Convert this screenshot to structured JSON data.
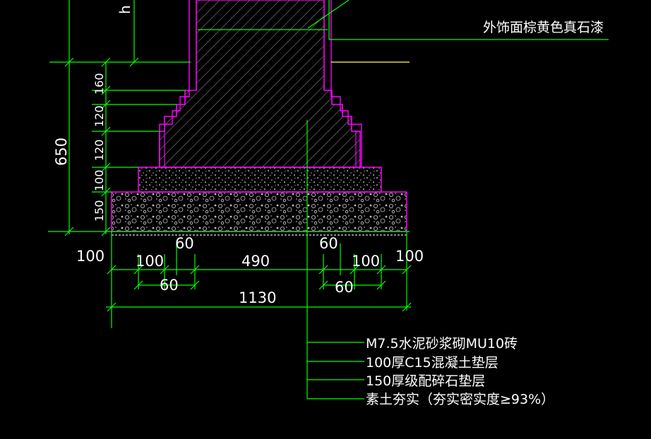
{
  "drawing": {
    "height_symbol": "h",
    "callout_finish": "外饰面棕黄色真石漆",
    "total_depth": "650",
    "step_heights": [
      "160",
      "120",
      "120",
      "100",
      "150"
    ],
    "width_labels": {
      "left_100": "100",
      "left_60_top": "60",
      "left_100_mid": "100",
      "left_60_bottom": "60",
      "center_490": "490",
      "right_60_top": "60",
      "right_100_mid": "100",
      "right_60_bottom": "60",
      "right_100": "100",
      "total_1130": "1130"
    },
    "layers": [
      "M7.5水泥砂浆砌MU10砖",
      "100厚C15混凝土垫层",
      "150厚级配碎石垫层",
      "素土夯实（夯实密实度≥93%）"
    ]
  },
  "colors": {
    "background": "#000000",
    "dimension": "#00ff00",
    "outline": "#ff00ff",
    "hatch": "#ffffff",
    "yellow_line": "#ffff66",
    "text": "#ffffff"
  }
}
